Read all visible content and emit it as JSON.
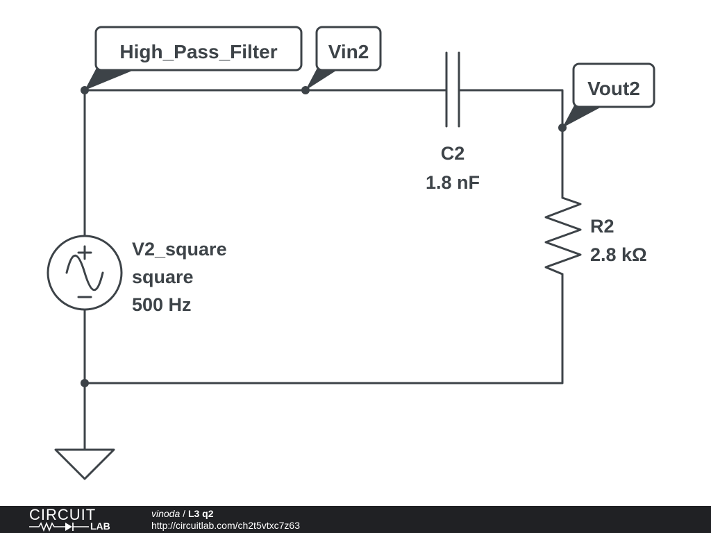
{
  "circuit": {
    "net_labels": {
      "high_pass_filter": "High_Pass_Filter",
      "vin2": "Vin2",
      "vout2": "Vout2"
    },
    "capacitor": {
      "name": "C2",
      "value": "1.8 nF"
    },
    "resistor": {
      "name": "R2",
      "value": "2.8 kΩ"
    },
    "source": {
      "name": "V2_square",
      "waveform": "square",
      "frequency": "500 Hz"
    },
    "colors": {
      "wire": "#3d4348",
      "footer_bg": "#202124"
    }
  },
  "footer": {
    "logo_top": "CIRCUIT",
    "logo_bottom": "LAB",
    "author": "vinoda",
    "separator": " / ",
    "title": "L3 q2",
    "url": "http://circuitlab.com/ch2t5vtxc7z63"
  }
}
